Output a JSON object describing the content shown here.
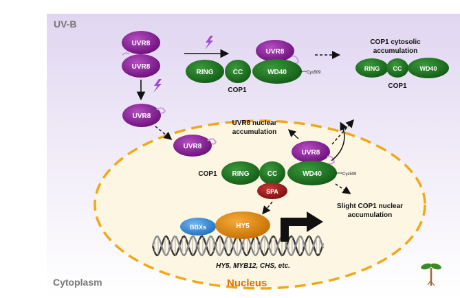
{
  "region_labels": {
    "uvb": "UV-B",
    "cytoplasm": "Cytoplasm",
    "nucleus": "Nucleus"
  },
  "proteins": {
    "uvr8": "UVR8",
    "ring": "RING",
    "cc": "CC",
    "wd40": "WD40",
    "spa": "SPA",
    "hy5": "HY5",
    "bbxs": "BBXs",
    "cop1": "COP1",
    "cys509": "Cys509"
  },
  "annotations": {
    "cop1_cytosolic_line1": "COP1 cytosolic",
    "cop1_cytosolic_line2": "accumulation",
    "uvr8_nuclear_line1": "UVR8 nuclear",
    "uvr8_nuclear_line2": "accumulation",
    "slight_cop1_line1": "Slight COP1 nuclear",
    "slight_cop1_line2": "accumulation",
    "target_genes": "HY5, MYB12, CHS, etc."
  },
  "colors": {
    "uvr8_purple": "#8a1f96",
    "cop1_green": "#1e7a22",
    "spa_red": "#9a1414",
    "hy5_orange": "#e08a10",
    "bbx_blue": "#3a8fd6",
    "nucleus_fill": "#fdf6e3",
    "nucleus_border": "#f0a818",
    "bg_top": "#e4dcf3",
    "lightning": "#a24bd6"
  }
}
